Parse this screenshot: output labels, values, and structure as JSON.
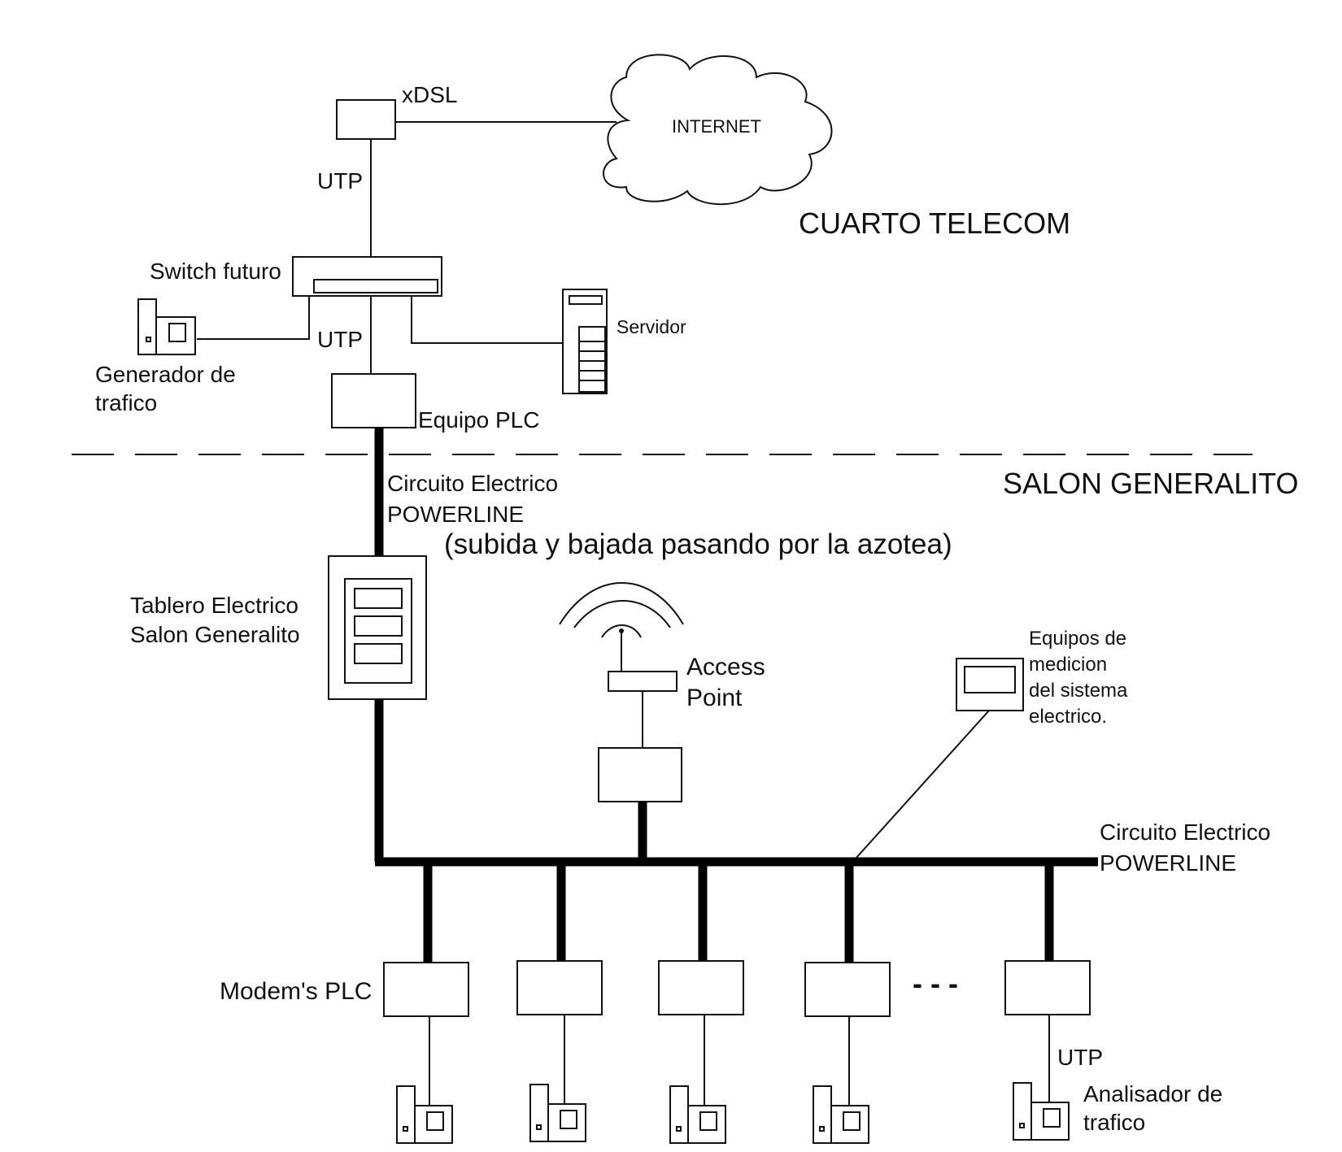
{
  "cloud": {
    "label": "INTERNET"
  },
  "zones": {
    "top": "CUARTO TELECOM",
    "bottom": "SALON GENERALITO"
  },
  "devices": {
    "xdsl": "xDSL",
    "switch": "Switch futuro",
    "servidor": "Servidor",
    "generador": [
      "Generador de",
      "trafico"
    ],
    "equipo_plc": "Equipo PLC",
    "tablero": [
      "Tablero Electrico",
      "Salon Generalito"
    ],
    "access_point": [
      "Access",
      "Point"
    ],
    "equipos_medicion": [
      "Equipos de",
      "medicion",
      "del sistema",
      "electrico."
    ],
    "modems": "Modem's PLC",
    "ellipsis": "- - -",
    "analisador": [
      "Analisador de",
      "trafico"
    ]
  },
  "links": {
    "utp_top": "UTP",
    "utp_switch": "UTP",
    "utp_bottom": "UTP",
    "powerline_1": [
      "Circuito Electrico",
      "POWERLINE"
    ],
    "powerline_note": "(subida y bajada pasando por la azotea)",
    "powerline_2": [
      "Circuito Electrico",
      "POWERLINE"
    ]
  },
  "icons": {
    "router": "router-box-icon",
    "switch": "switch-icon",
    "server": "server-tower-icon",
    "terminal": "pc-terminal-icon",
    "panel": "electrical-panel-icon",
    "antenna": "wireless-antenna-icon",
    "meter": "meter-icon",
    "cloud": "cloud-icon"
  }
}
